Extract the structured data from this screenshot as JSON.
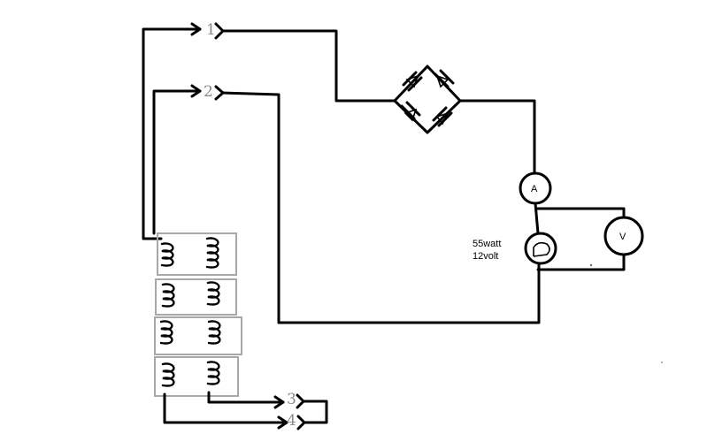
{
  "terminals": {
    "t1": "1",
    "t2": "2",
    "t3": "3",
    "t4": "4"
  },
  "ammeter": {
    "symbol": "A"
  },
  "voltmeter": {
    "symbol": "V"
  },
  "lamp": {
    "power": "55watt",
    "voltage": "12volt"
  }
}
